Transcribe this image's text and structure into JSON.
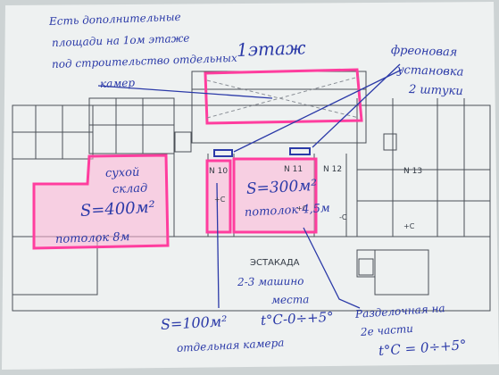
{
  "page": {
    "colors": {
      "background": "#cdd3d4",
      "paper": "#eef1f1",
      "line": "#4a4f56",
      "ink": "#2b3aa8",
      "highlight": "#ff3d9e",
      "highlight_fill": "#ffb3d6"
    }
  },
  "notes": {
    "floor_title": "1этаж",
    "extra_area": [
      "Есть дополнительные",
      "площади на 1ом этаже",
      "под строительство отдельных",
      "камер"
    ],
    "freon": [
      "фреоновая",
      "установка",
      "2 штуки"
    ],
    "dry_storage": [
      "сухой",
      "склад"
    ],
    "dry_area": "S=400м²",
    "dry_ceiling": "потолок 8м",
    "big_area": "S=300м²",
    "big_ceiling": "потолок 4,5м",
    "small_area": "S=100м²",
    "small_temp": "t°C-0÷+5°",
    "separate_chamber": "отдельная камера",
    "overpass": "ЭСТАКАДА",
    "truck_places": [
      "2-3 машино",
      "места"
    ],
    "cutting_room": [
      "Разделочная на",
      "2е части"
    ],
    "cutting_temp": "t°C = 0÷+5°"
  },
  "rooms": {
    "n10": "N 10",
    "n11": "N 11",
    "n12": "N 12",
    "n13": "N 13",
    "marks": [
      "+C",
      "+C",
      "-C",
      "+C"
    ]
  }
}
